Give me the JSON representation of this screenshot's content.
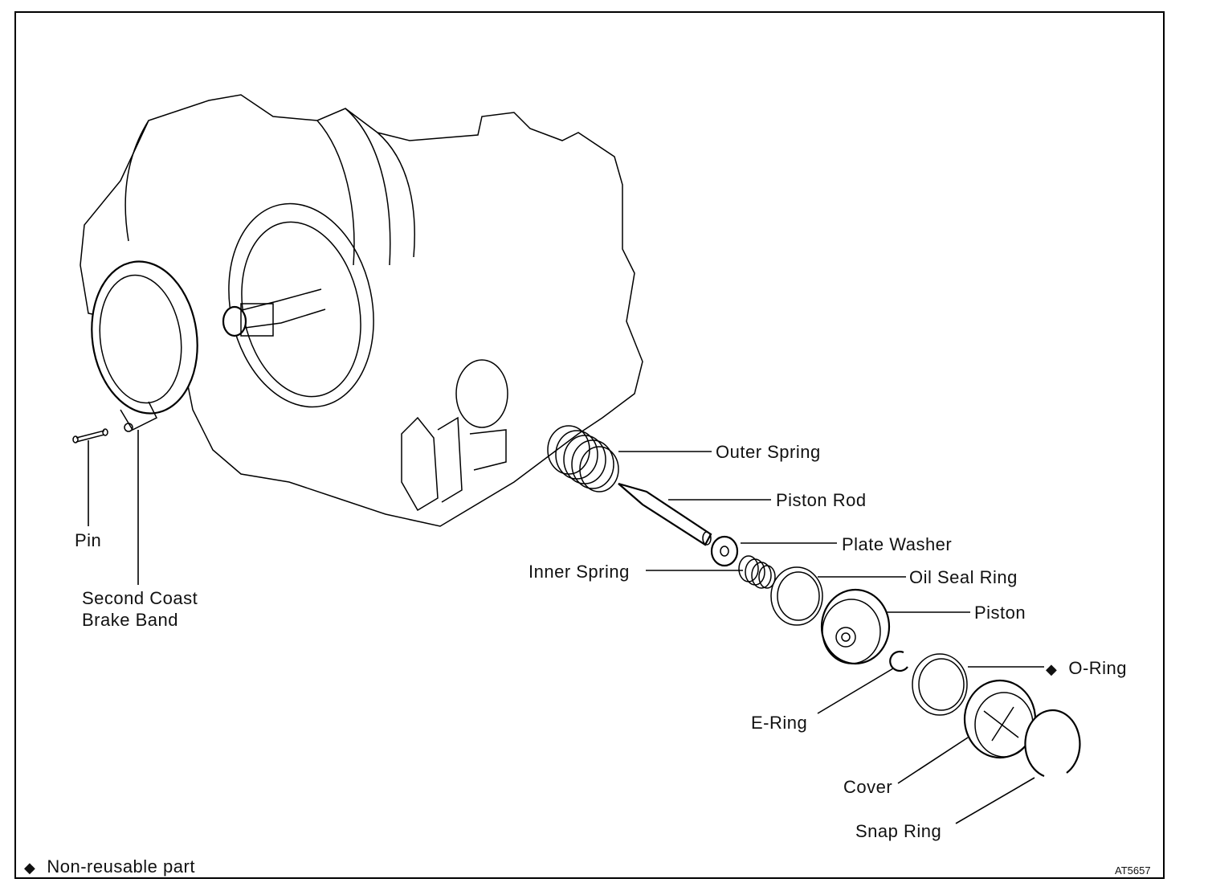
{
  "labels": {
    "outer_spring": "Outer Spring",
    "piston_rod": "Piston Rod",
    "plate_washer": "Plate Washer",
    "inner_spring": "Inner Spring",
    "oil_seal_ring": "Oil Seal Ring",
    "piston": "Piston",
    "o_ring": "O-Ring",
    "e_ring": "E-Ring",
    "cover": "Cover",
    "snap_ring": "Snap Ring",
    "pin": "Pin",
    "second_coast_brake_band_line1": "Second Coast",
    "second_coast_brake_band_line2": "Brake Band"
  },
  "legend": {
    "symbol": "◆",
    "text": "Non-reusable part"
  },
  "figure_code": "AT5657"
}
